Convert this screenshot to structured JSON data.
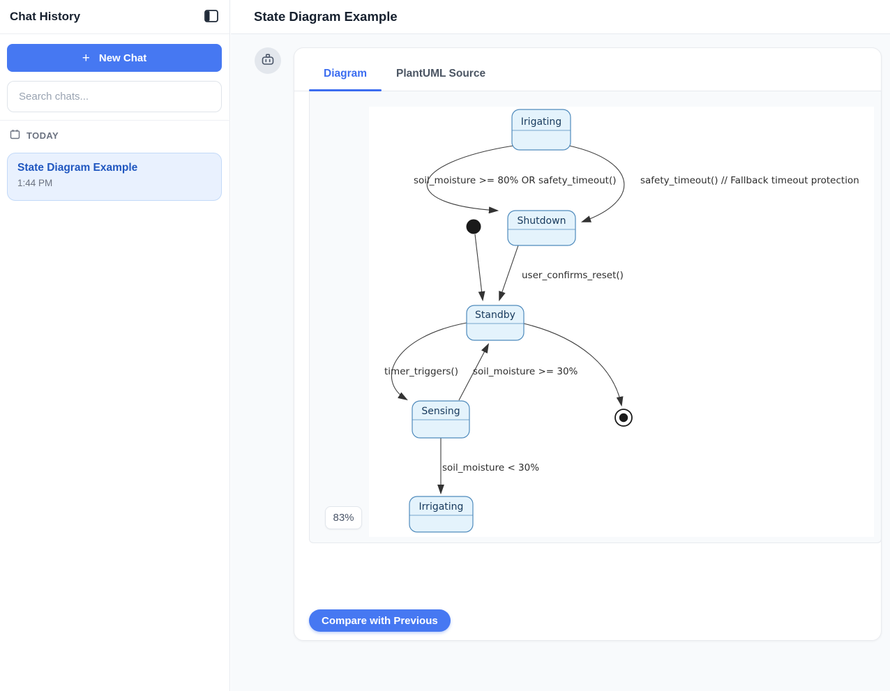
{
  "sidebar": {
    "title": "Chat History",
    "new_chat": {
      "icon": "+",
      "label": "New Chat"
    },
    "search": {
      "placeholder": "Search chats..."
    },
    "section_label": "TODAY",
    "chats": [
      {
        "title": "State Diagram Example",
        "time": "1:44 PM"
      }
    ]
  },
  "header": {
    "title": "State Diagram Example"
  },
  "message": {
    "tabs": [
      {
        "label": "Diagram"
      },
      {
        "label": "PlantUML Source"
      }
    ],
    "active_tab": "Diagram",
    "zoom_level": "83%",
    "compare_button": "Compare with Previous"
  },
  "diagram": {
    "type": "state-diagram",
    "states": [
      "Irigating",
      "Shutdown",
      "Standby",
      "Sensing",
      "Irrigating"
    ],
    "transitions": [
      "soil_moisture >= 80% OR safety_timeout()",
      "safety_timeout() // Fallback timeout protection",
      "user_confirms_reset()",
      "timer_triggers()",
      "soil_moisture >= 30%",
      "soil_moisture < 30%"
    ]
  },
  "colors": {
    "accent_blue": "#4678f2",
    "tab_active_blue": "#3c6df0",
    "chat_item_bg": "#e9f1fe",
    "chat_item_border": "#c2d9f8",
    "chat_title_blue": "#2057c0",
    "state_fill": "#e4f3fc",
    "state_border": "#4e8abc",
    "state_text": "#17395c",
    "content_bg": "#f8fafc"
  }
}
